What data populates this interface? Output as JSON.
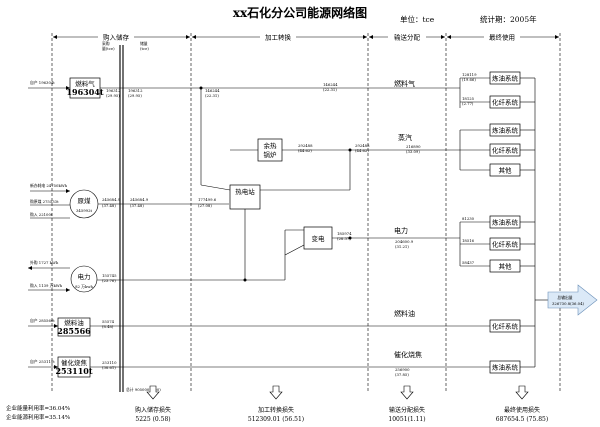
{
  "header": {
    "title": "xx石化分公司能源网络图",
    "unit": "单位：tce",
    "period": "统计期：2005年"
  },
  "sections": [
    "购入储存",
    "加工转换",
    "输送分配",
    "最终使用"
  ],
  "stations": [
    {
      "label": "燃料气",
      "value": "196304t",
      "row": 0
    },
    {
      "label": "原煤",
      "value": "345992t",
      "row": 1
    },
    {
      "label": "电力",
      "value": "82 万kwh",
      "row": 2
    },
    {
      "label": "燃料油",
      "value": "285566",
      "row": 3
    },
    {
      "label": "催化烧焦",
      "value": "253110t",
      "row": 4
    }
  ],
  "inflow_labels": {
    "fuelgas": "自产 196304t",
    "coal_a": "新办耗电 24750kWh",
    "coal_b": "购原煤 275533t",
    "coal_c": "购入 22100t",
    "power_a": "外购 1727 kWh",
    "power_b": "购入 1139 万kWh",
    "oil": "自产 285566t",
    "coke": "自产 253110t"
  },
  "processes": [
    {
      "label": "余热",
      "sub": "锅炉"
    },
    {
      "label": "热电站",
      "sub": ""
    },
    {
      "label": "变电"
    }
  ],
  "carriers": [
    "燃料气",
    "蒸汽",
    "电力",
    "燃料油",
    "催化烧焦"
  ],
  "endusers": [
    {
      "label": "炼油系统",
      "group": 0
    },
    {
      "label": "化纤系统",
      "group": 0
    },
    {
      "label": "炼油系统",
      "group": 1
    },
    {
      "label": "化纤系统",
      "group": 1
    },
    {
      "label": "其他",
      "group": 1
    },
    {
      "label": "炼油系统",
      "group": 2
    },
    {
      "label": "化纤系统",
      "group": 2
    },
    {
      "label": "其他",
      "group": 2
    },
    {
      "label": "化纤系统",
      "group": 3
    },
    {
      "label": "炼油系统",
      "group": 4
    }
  ],
  "flow_labels": {
    "f1": "196312",
    "f1s": "(29.95)",
    "f2": "196312",
    "f2s": "(29.95)",
    "f3": "146244",
    "f3s": "(22.31)",
    "f4": "146244",
    "f4s": "(22.31)",
    "f5": "128119",
    "f5s": "(19.66)",
    "f6": "18125",
    "f6s": "(2.77)",
    "f7": "50068",
    "f7s": "(7.64)",
    "f8": "245684.9",
    "f8s": "(37.48)",
    "f9": "245684.9",
    "f9s": "(37.48)",
    "f10": "177499.6",
    "f10s": "(27.08)",
    "f11": "292488",
    "f11s": "(44.62)",
    "f12": "292488",
    "f12s": "(44.62)",
    "f13": "216890",
    "f13s": "(33.09)",
    "f14": "185974",
    "f14s": "(28.37)",
    "f15": "204600.9",
    "f15s": "(31.21)",
    "f16": "155745",
    "f16s": "(23.76)",
    "f17": "55574",
    "f17s": "(8.48)",
    "f18": "253110",
    "f18s": "(38.61)",
    "f19": "256900",
    "f19s": "(37.85)",
    "f20": "81230",
    "f20s": "(12.39)",
    "f21": "18516",
    "f21s": "(2.82)",
    "f22": "58437",
    "f22s": "(9.18)"
  },
  "loss_boxes": [
    {
      "label": "购入储存损失",
      "value": "5225 (0.58)"
    },
    {
      "label": "加工转换损失",
      "value": "512309.01 (56.51)"
    },
    {
      "label": "输送分配损失",
      "value": "10051(1.11)"
    },
    {
      "label": "最终使用损失",
      "value": "687654.5 (75.85)"
    }
  ],
  "output_arrow": {
    "label": "总输出量",
    "value": "326730.8(36.04)"
  },
  "efficiency": {
    "line1": "企业能量利用率=36.04%",
    "line2": "企业能源利用率=35.14%"
  },
  "storage_label": "总计 905000 (100)",
  "header_small": {
    "a": "采购",
    "b": "量(tce)",
    "c": "储量",
    "d": "(tce)"
  }
}
